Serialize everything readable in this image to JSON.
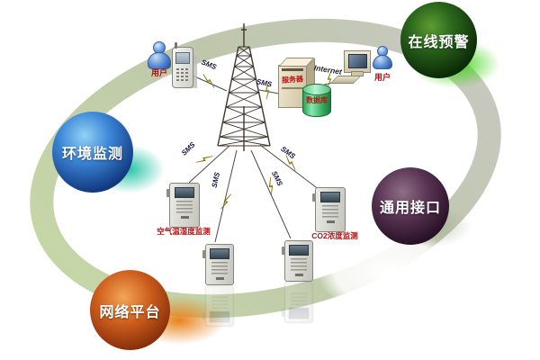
{
  "diagram": {
    "spheres": {
      "online_warning": {
        "label": "在线预警",
        "color": "#1c5a12"
      },
      "env_monitoring": {
        "label": "环境监测",
        "color": "#1b4f9e"
      },
      "general_interface": {
        "label": "通用接口",
        "color": "#4a2a44"
      },
      "network_platform": {
        "label": "网络平台",
        "color": "#b85012"
      }
    },
    "nodes": {
      "user_left": {
        "label": "用户"
      },
      "user_right": {
        "label": "用户"
      },
      "server": {
        "label": "服务器"
      },
      "database": {
        "label": "数据库"
      },
      "air_sensor": {
        "label": "空气温湿度监测"
      },
      "co2_sensor": {
        "label": "CO2浓度监测"
      }
    },
    "links": {
      "phone_tower": "SMS",
      "tower_server": "SMS",
      "server_pc": "Internet",
      "tower_air": "SMS",
      "tower_device_left": "SMS",
      "tower_device_right": "SMS",
      "tower_co2": "SMS"
    }
  }
}
